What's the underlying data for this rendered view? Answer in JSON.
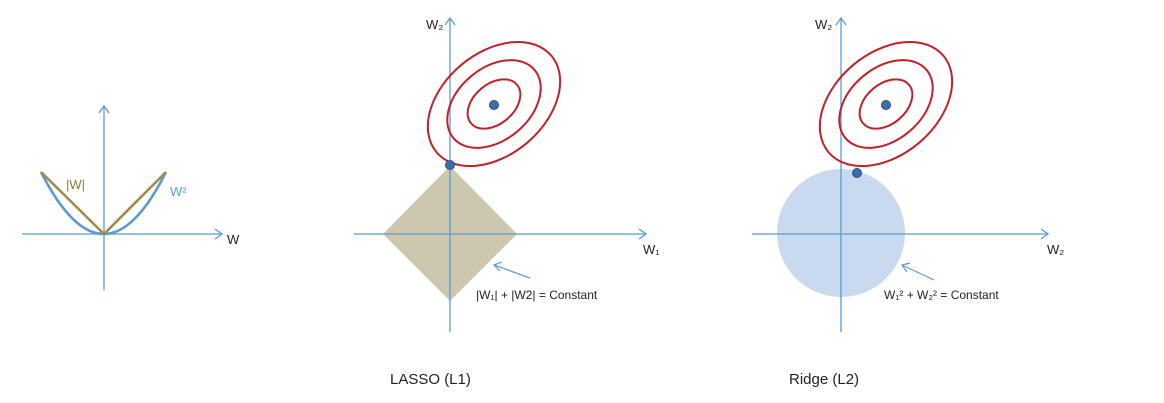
{
  "panels": {
    "penalty": {
      "abs_label": "|W|",
      "sq_label": "W²",
      "axis_label": "W"
    },
    "lasso": {
      "y_axis_label": "W₂",
      "x_axis_label": "W₁",
      "constraint_label": "|W₁| + |W2| = Constant",
      "caption": "LASSO (L1)"
    },
    "ridge": {
      "y_axis_label": "W₂",
      "x_axis_label": "W₂",
      "constraint_label": "W₁² + W₂² = Constant",
      "caption": "Ridge (L2)"
    }
  },
  "colors": {
    "axis": "#5b9bd5",
    "abs_curve": "#a08c4a",
    "sq_curve": "#5b9bd5",
    "contour": "#c0222b",
    "l1_region": "#cdc7b0",
    "l2_region": "#c9d9ee",
    "point": "#3d6cae"
  }
}
